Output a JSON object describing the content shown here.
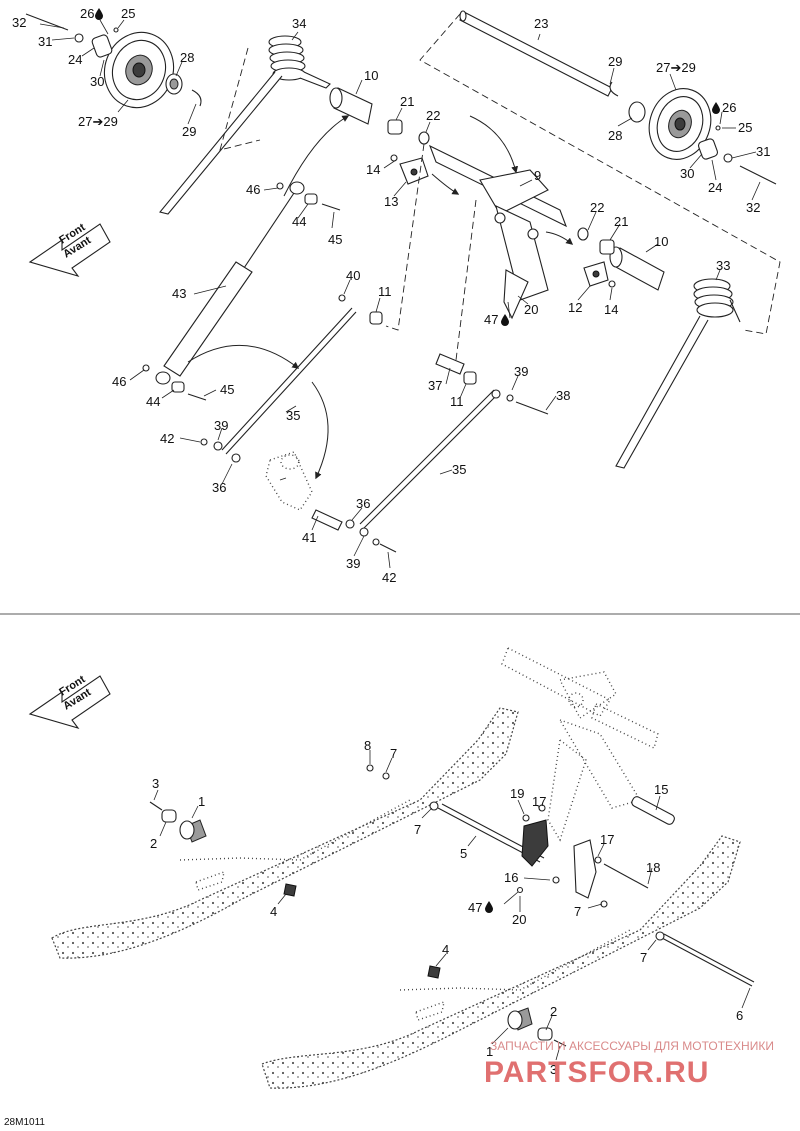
{
  "diagram": {
    "code": "28M1011",
    "front_label_1": "Front",
    "front_label_2": "Avant",
    "watermark_top": "ЗАПЧАСТИ И АКСЕССУАРЫ ДЛЯ МОТОТЕХНИКИ",
    "watermark_main": "PARTSFOR.RU",
    "callouts_top": [
      {
        "id": "c32a",
        "text": "32"
      },
      {
        "id": "c26a",
        "text": "26"
      },
      {
        "id": "c25a",
        "text": "25"
      },
      {
        "id": "c31a",
        "text": "31"
      },
      {
        "id": "c24a",
        "text": "24"
      },
      {
        "id": "c30a",
        "text": "30"
      },
      {
        "id": "c28a",
        "text": "28"
      },
      {
        "id": "c2729a",
        "text": "27➔29"
      },
      {
        "id": "c29a",
        "text": "29"
      },
      {
        "id": "c34",
        "text": "34"
      },
      {
        "id": "c10a",
        "text": "10"
      },
      {
        "id": "c21a",
        "text": "21"
      },
      {
        "id": "c22a",
        "text": "22"
      },
      {
        "id": "c23",
        "text": "23"
      },
      {
        "id": "c29b",
        "text": "29"
      },
      {
        "id": "c2729b",
        "text": "27➔29"
      },
      {
        "id": "c26b",
        "text": "26"
      },
      {
        "id": "c25b",
        "text": "25"
      },
      {
        "id": "c28b",
        "text": "28"
      },
      {
        "id": "c31b",
        "text": "31"
      },
      {
        "id": "c30b",
        "text": "30"
      },
      {
        "id": "c24b",
        "text": "24"
      },
      {
        "id": "c32b",
        "text": "32"
      },
      {
        "id": "c14a",
        "text": "14"
      },
      {
        "id": "c13",
        "text": "13"
      },
      {
        "id": "c9",
        "text": "9"
      },
      {
        "id": "c22b",
        "text": "22"
      },
      {
        "id": "c21b",
        "text": "21"
      },
      {
        "id": "c10b",
        "text": "10"
      },
      {
        "id": "c33",
        "text": "33"
      },
      {
        "id": "c46a",
        "text": "46"
      },
      {
        "id": "c44a",
        "text": "44"
      },
      {
        "id": "c45a",
        "text": "45"
      },
      {
        "id": "c43",
        "text": "43"
      },
      {
        "id": "c40",
        "text": "40"
      },
      {
        "id": "c11a",
        "text": "11"
      },
      {
        "id": "c47a",
        "text": "47"
      },
      {
        "id": "c20a",
        "text": "20"
      },
      {
        "id": "c12",
        "text": "12"
      },
      {
        "id": "c14b",
        "text": "14"
      },
      {
        "id": "c46b",
        "text": "46"
      },
      {
        "id": "c44b",
        "text": "44"
      },
      {
        "id": "c45b",
        "text": "45"
      },
      {
        "id": "c37",
        "text": "37"
      },
      {
        "id": "c11b",
        "text": "11"
      },
      {
        "id": "c39a",
        "text": "39"
      },
      {
        "id": "c38",
        "text": "38"
      },
      {
        "id": "c35a",
        "text": "35"
      },
      {
        "id": "c39b",
        "text": "39"
      },
      {
        "id": "c42a",
        "text": "42"
      },
      {
        "id": "c36a",
        "text": "36"
      },
      {
        "id": "c35b",
        "text": "35"
      },
      {
        "id": "c41",
        "text": "41"
      },
      {
        "id": "c36b",
        "text": "36"
      },
      {
        "id": "c39c",
        "text": "39"
      },
      {
        "id": "c42b",
        "text": "42"
      }
    ],
    "callouts_bottom": [
      {
        "id": "b8",
        "text": "8"
      },
      {
        "id": "b7a",
        "text": "7"
      },
      {
        "id": "b3a",
        "text": "3"
      },
      {
        "id": "b1a",
        "text": "1"
      },
      {
        "id": "b2a",
        "text": "2"
      },
      {
        "id": "b19",
        "text": "19"
      },
      {
        "id": "b17a",
        "text": "17"
      },
      {
        "id": "b15",
        "text": "15"
      },
      {
        "id": "b7b",
        "text": "7"
      },
      {
        "id": "b5",
        "text": "5"
      },
      {
        "id": "b17b",
        "text": "17"
      },
      {
        "id": "b4a",
        "text": "4"
      },
      {
        "id": "b16",
        "text": "16"
      },
      {
        "id": "b18",
        "text": "18"
      },
      {
        "id": "b47",
        "text": "47"
      },
      {
        "id": "b20",
        "text": "20"
      },
      {
        "id": "b7c",
        "text": "7"
      },
      {
        "id": "b4b",
        "text": "4"
      },
      {
        "id": "b7d",
        "text": "7"
      },
      {
        "id": "b6",
        "text": "6"
      },
      {
        "id": "b1b",
        "text": "1"
      },
      {
        "id": "b2b",
        "text": "2"
      },
      {
        "id": "b3b",
        "text": "3"
      }
    ]
  }
}
